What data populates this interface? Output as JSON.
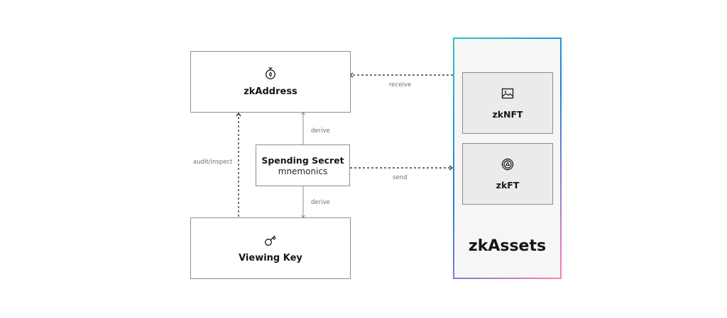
{
  "nodes": {
    "zkaddress": {
      "title": "zkAddress",
      "icon": "compass-icon"
    },
    "spending_secret": {
      "title": "Spending Secret",
      "subtitle": "mnemonics"
    },
    "viewing_key": {
      "title": "Viewing Key",
      "icon": "key-icon"
    }
  },
  "assets": {
    "title": "zkAssets",
    "items": [
      {
        "title": "zkNFT",
        "icon": "image-icon"
      },
      {
        "title": "zkFT",
        "icon": "token-icon"
      }
    ]
  },
  "edges": {
    "derive_up": "derive",
    "derive_down": "derive",
    "audit": "audit/inspect",
    "receive": "receive",
    "send": "send"
  },
  "colors": {
    "border": "#8d8d8d",
    "asset_bg": "#ebebeb",
    "panel_bg": "#f6f6f6",
    "gradient_start": "#2ac7c0",
    "gradient_mid": "#1d7fe0",
    "gradient_end": "#ff7eb6"
  }
}
